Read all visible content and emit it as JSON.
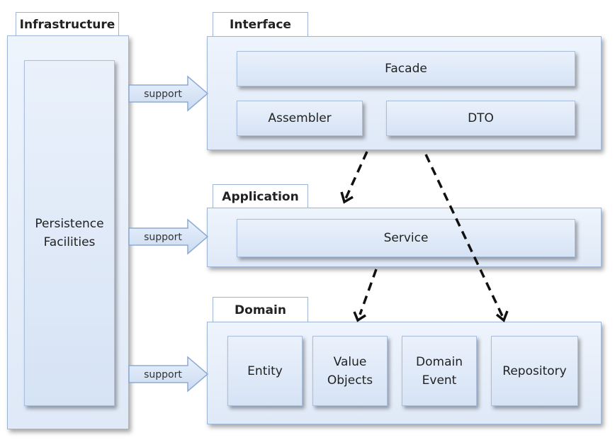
{
  "layers": {
    "infrastructure": {
      "title": "Infrastructure",
      "component": "Persistence\nFacilities"
    },
    "interface": {
      "title": "Interface",
      "components": [
        "Facade",
        "Assembler",
        "DTO"
      ]
    },
    "application": {
      "title": "Application",
      "components": [
        "Service"
      ]
    },
    "domain": {
      "title": "Domain",
      "components": [
        "Entity",
        "Value\nObjects",
        "Domain\nEvent",
        "Repository"
      ]
    }
  },
  "support_arrows": [
    "support",
    "support",
    "support"
  ]
}
